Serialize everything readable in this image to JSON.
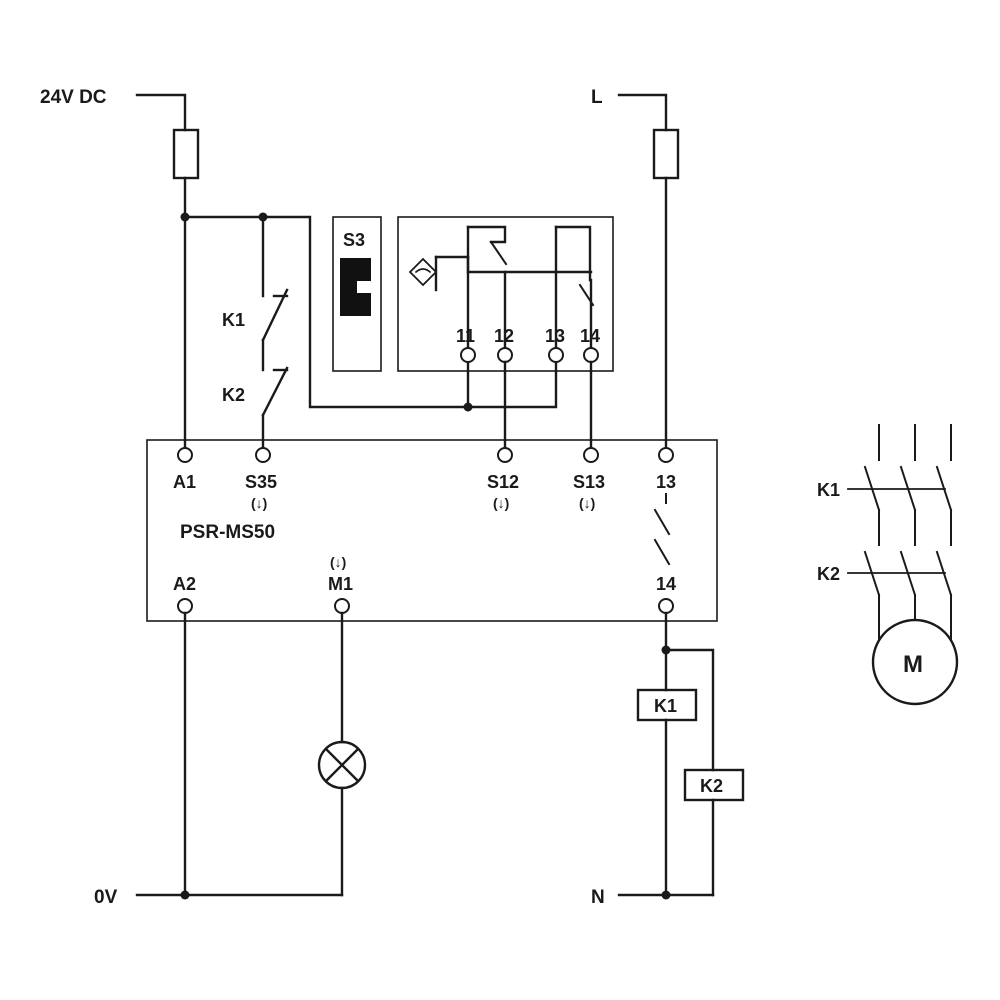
{
  "supply": {
    "dc_positive": "24V DC",
    "dc_negative": "0V",
    "ac_line": "L",
    "ac_neutral": "N"
  },
  "device": {
    "name": "PSR-MS50",
    "terminals": {
      "a1": "A1",
      "s35": "S35",
      "s12": "S12",
      "s13": "S13",
      "out13": "13",
      "a2": "A2",
      "m1": "M1",
      "out14": "14"
    },
    "arrow_mark": "(↓)"
  },
  "feedback_contacts": {
    "k1": "K1",
    "k2": "K2"
  },
  "switch": {
    "label": "S3",
    "terminals": [
      "11",
      "12",
      "13",
      "14"
    ]
  },
  "coils": {
    "k1": "K1",
    "k2": "K2"
  },
  "motor": {
    "label": "M",
    "contact_k1": "K1",
    "contact_k2": "K2"
  },
  "colors": {
    "line": "#1a1a1a",
    "actuator": "#111111",
    "background": "#ffffff"
  }
}
